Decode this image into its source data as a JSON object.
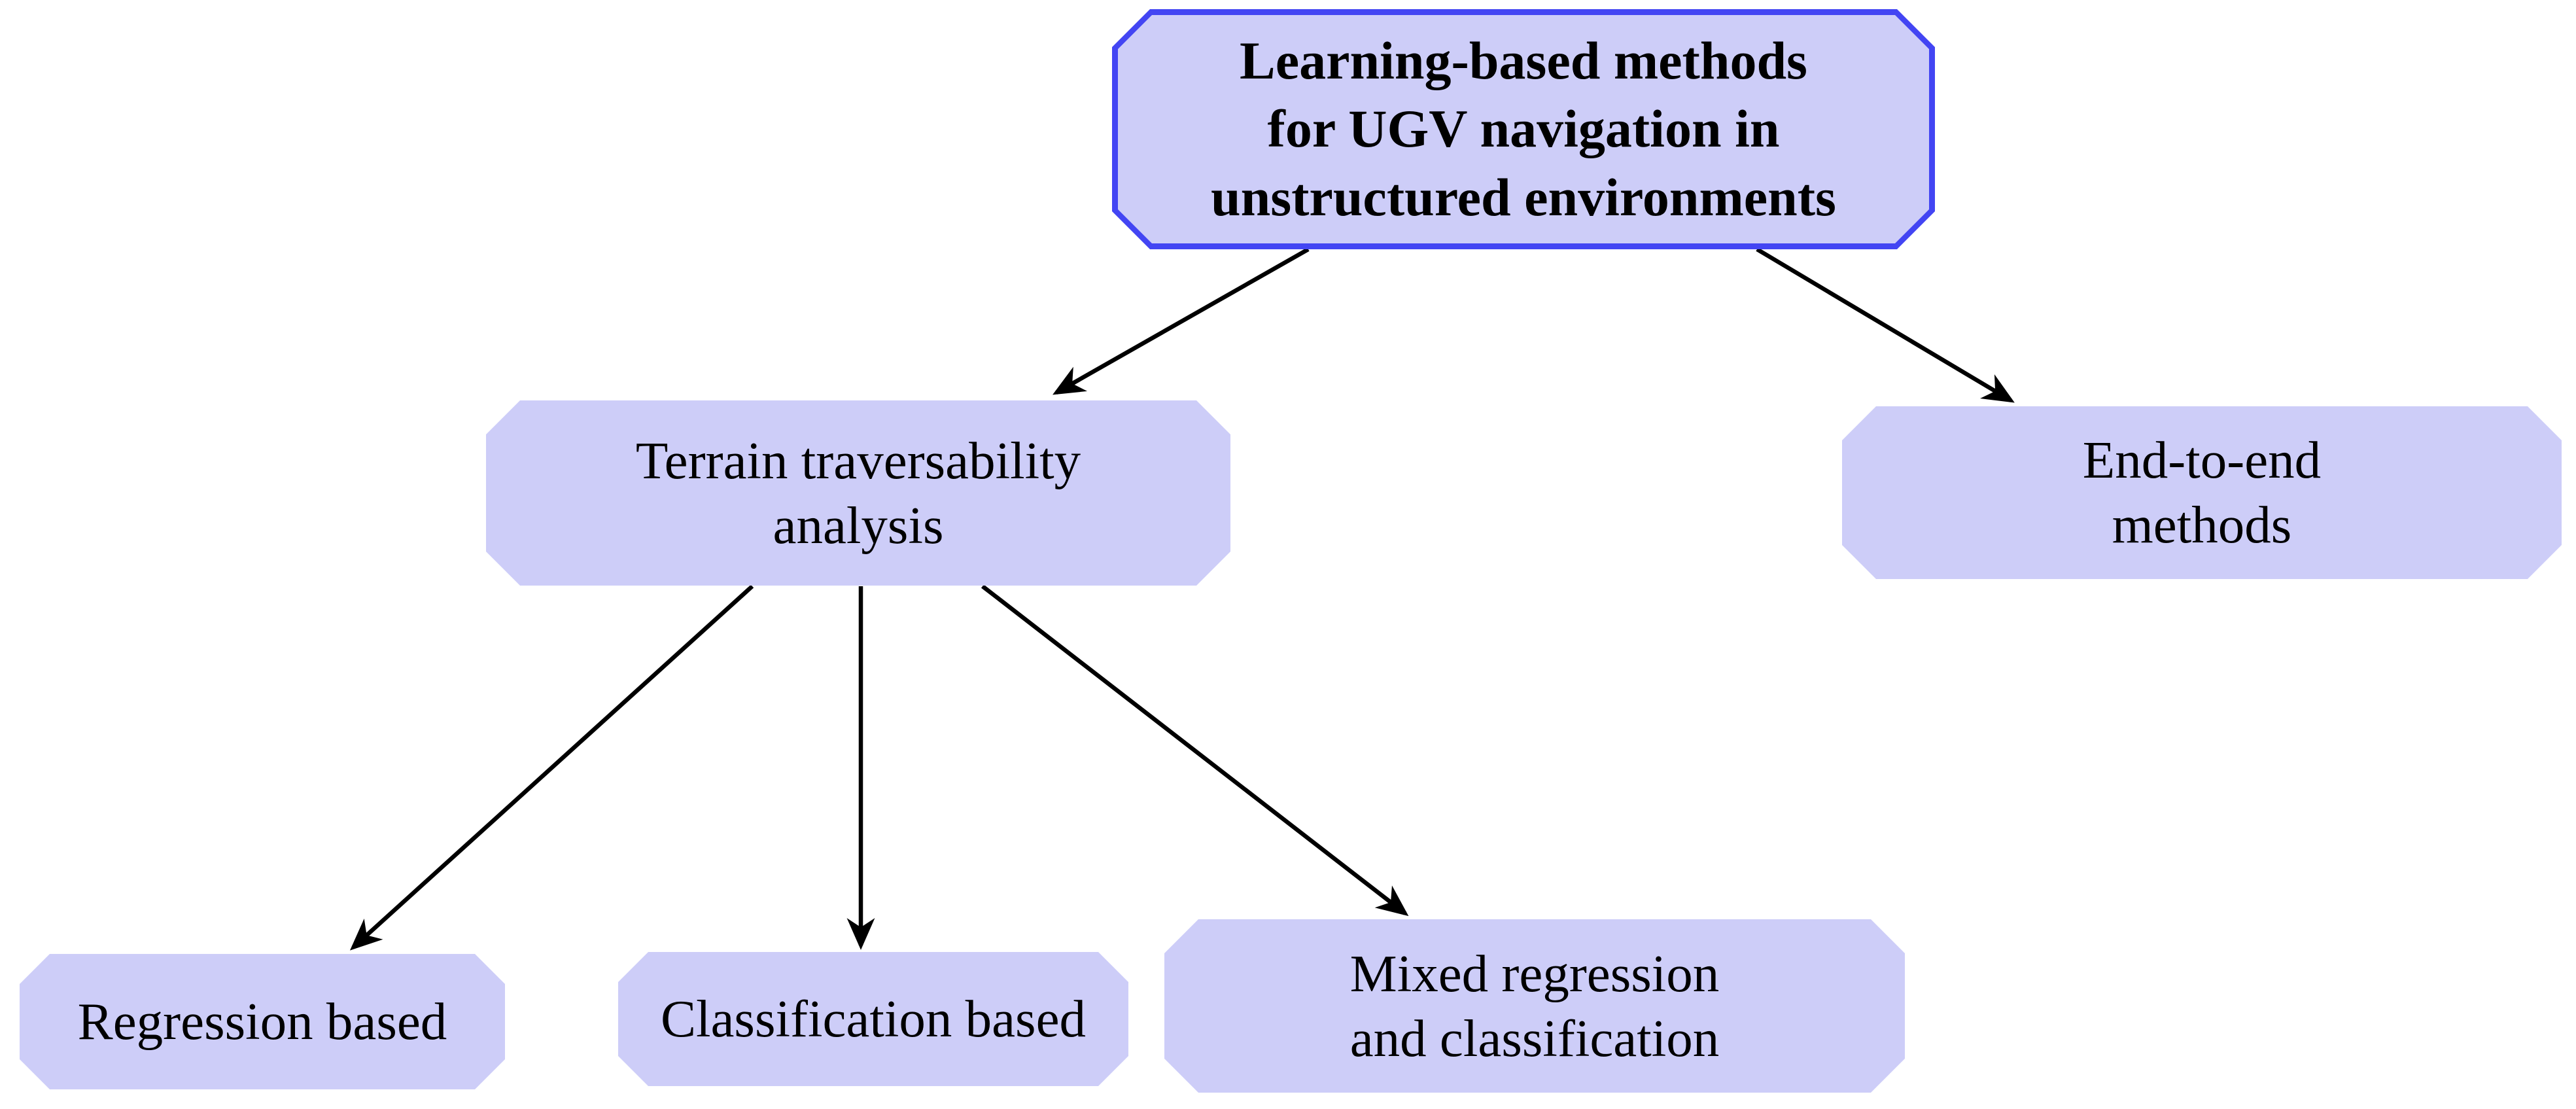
{
  "diagram": {
    "type": "flowchart",
    "title": "Learning-based methods for UGV navigation in unstructured environments",
    "colors": {
      "node_fill": "#cdcdf8",
      "root_border": "#4345f3",
      "arrow": "#000000",
      "text": "#000000",
      "background": "#ffffff"
    },
    "nodes": {
      "root": {
        "id": "root",
        "lines": [
          "Learning-based methods",
          "for UGV navigation in",
          "unstructured environments"
        ],
        "emphasis": "bold",
        "bordered": true
      },
      "terrain": {
        "id": "terrain-traversability-analysis",
        "lines": [
          "Terrain traversability",
          "analysis"
        ],
        "bordered": false
      },
      "end_to_end": {
        "id": "end-to-end-methods",
        "lines": [
          "End-to-end",
          "methods"
        ],
        "bordered": false
      },
      "regression": {
        "id": "regression-based",
        "lines": [
          "Regression based"
        ],
        "bordered": false
      },
      "classification": {
        "id": "classification-based",
        "lines": [
          "Classification based"
        ],
        "bordered": false
      },
      "mixed": {
        "id": "mixed-regression-and-classification",
        "lines": [
          "Mixed regression",
          "and classification"
        ],
        "bordered": false
      }
    },
    "edges": [
      {
        "from": "root",
        "to": "terrain-traversability-analysis"
      },
      {
        "from": "root",
        "to": "end-to-end-methods"
      },
      {
        "from": "terrain-traversability-analysis",
        "to": "regression-based"
      },
      {
        "from": "terrain-traversability-analysis",
        "to": "classification-based"
      },
      {
        "from": "terrain-traversability-analysis",
        "to": "mixed-regression-and-classification"
      }
    ]
  }
}
